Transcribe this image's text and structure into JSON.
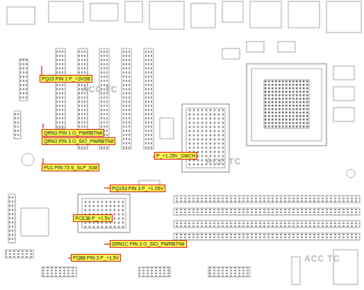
{
  "diagram": {
    "nodes": [
      {
        "text": [
          "PQ15 PIN 2 P_+3VSB"
        ]
      },
      {
        "text": [
          "QRN3 PIN 1 O_PWRBTN#"
        ]
      },
      {
        "text": [
          "QRN3 PIN 3 O_SIO_PWRBTN#"
        ]
      },
      {
        "text": [
          "P_+1.25V_GMCH"
        ]
      },
      {
        "text": [
          "PU1 PIN 73 S_SLP_S3#"
        ]
      },
      {
        "text": [
          "PQ153 PIN 3 P_+1.05V"
        ]
      },
      {
        "text": [
          "PCE36 P_+1.5V"
        ]
      },
      {
        "text": [
          "SRN1C PIN 3 O_SIO_PWRBTN#"
        ]
      },
      {
        "text": [
          "PQ88 PIN 3 P_+1.5V"
        ]
      }
    ],
    "labels": [
      "ACC TC",
      "ACC TC",
      "ACC TC"
    ]
  }
}
